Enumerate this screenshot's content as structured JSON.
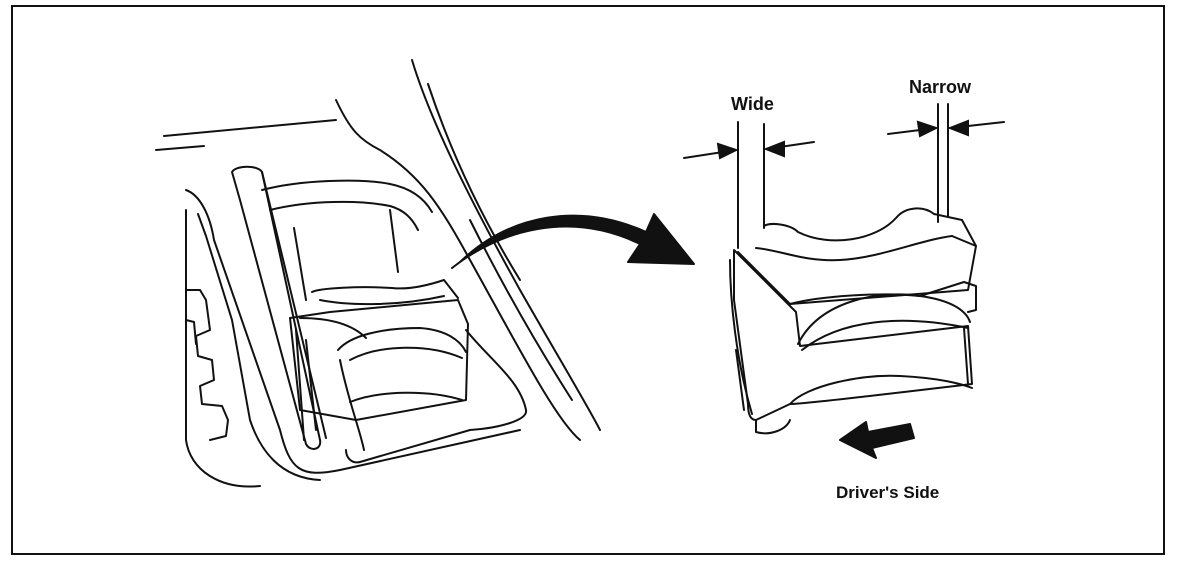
{
  "labels": {
    "wide": "Wide",
    "narrow": "Narrow",
    "drivers_side": "Driver's Side"
  },
  "colors": {
    "ink": "#111111",
    "background": "#ffffff"
  }
}
